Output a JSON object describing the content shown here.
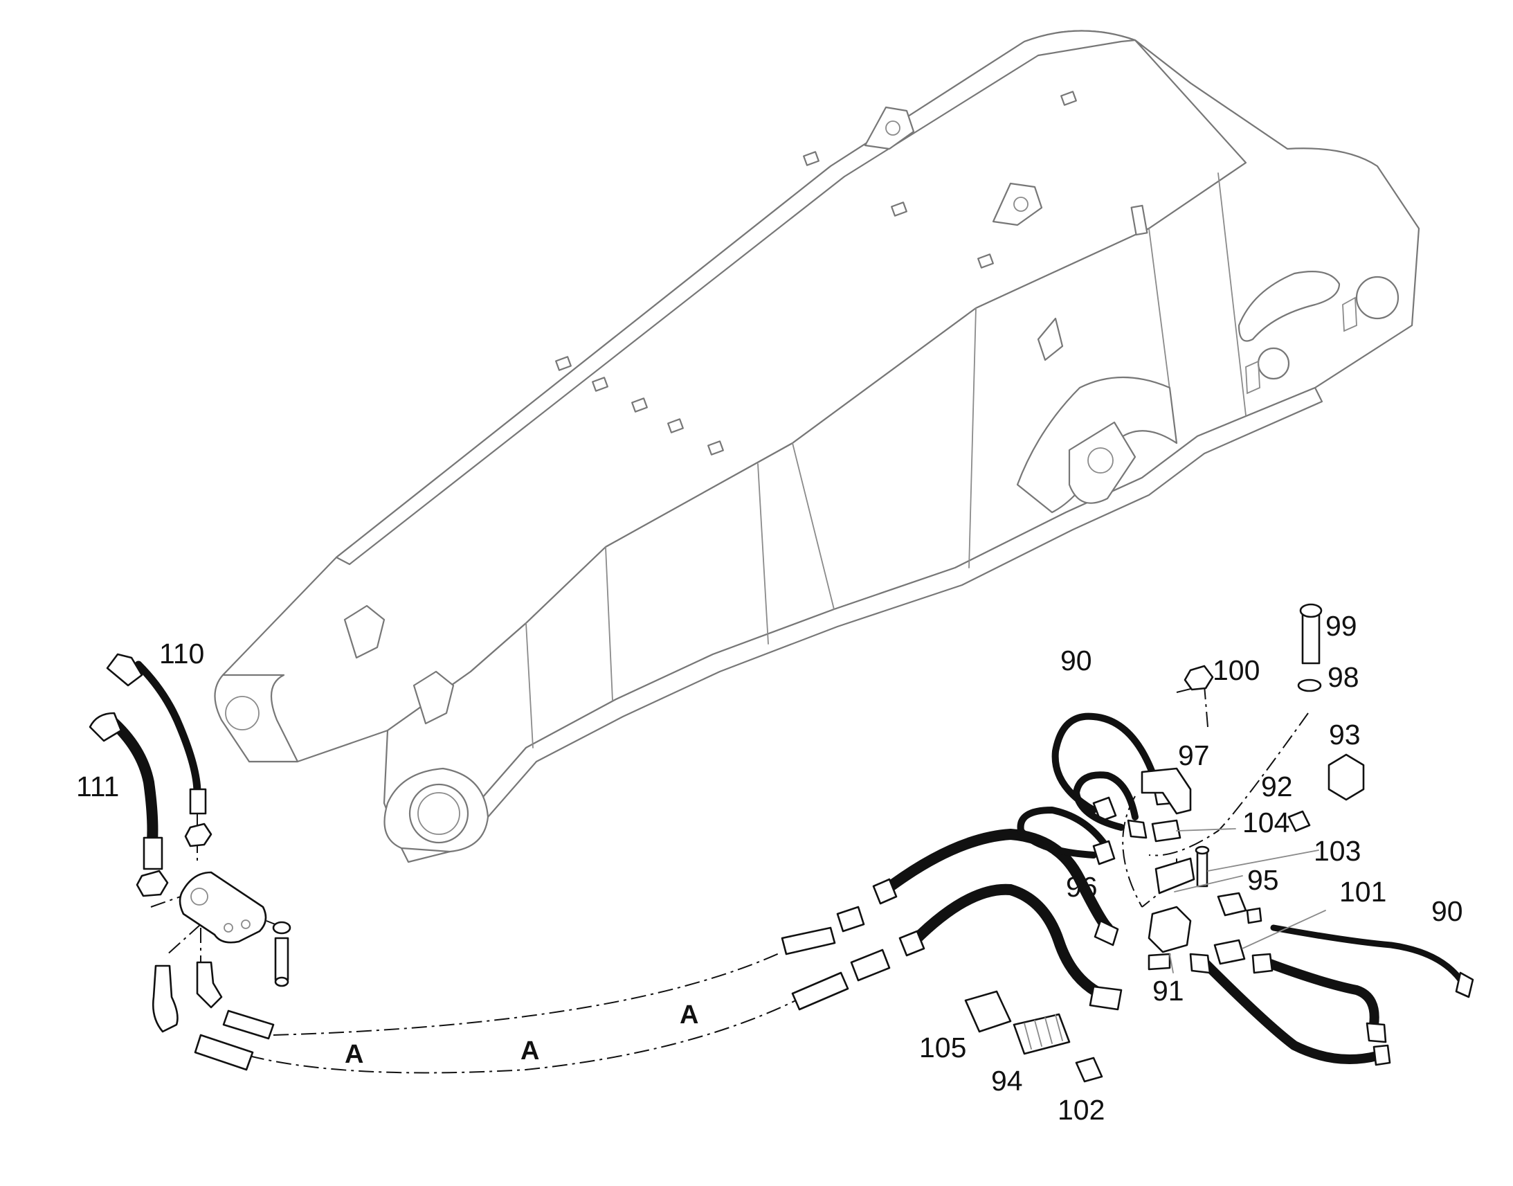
{
  "labels": {
    "p90a": "90",
    "p90b": "90",
    "p91": "91",
    "p92": "92",
    "p93": "93",
    "p94": "94",
    "p95": "95",
    "p96": "96",
    "p97": "97",
    "p98": "98",
    "p99": "99",
    "p100": "100",
    "p101": "101",
    "p102": "102",
    "p103": "103",
    "p104": "104",
    "p105": "105",
    "p110": "110",
    "p111": "111",
    "a1": "A",
    "a2": "A",
    "a3": "A"
  }
}
